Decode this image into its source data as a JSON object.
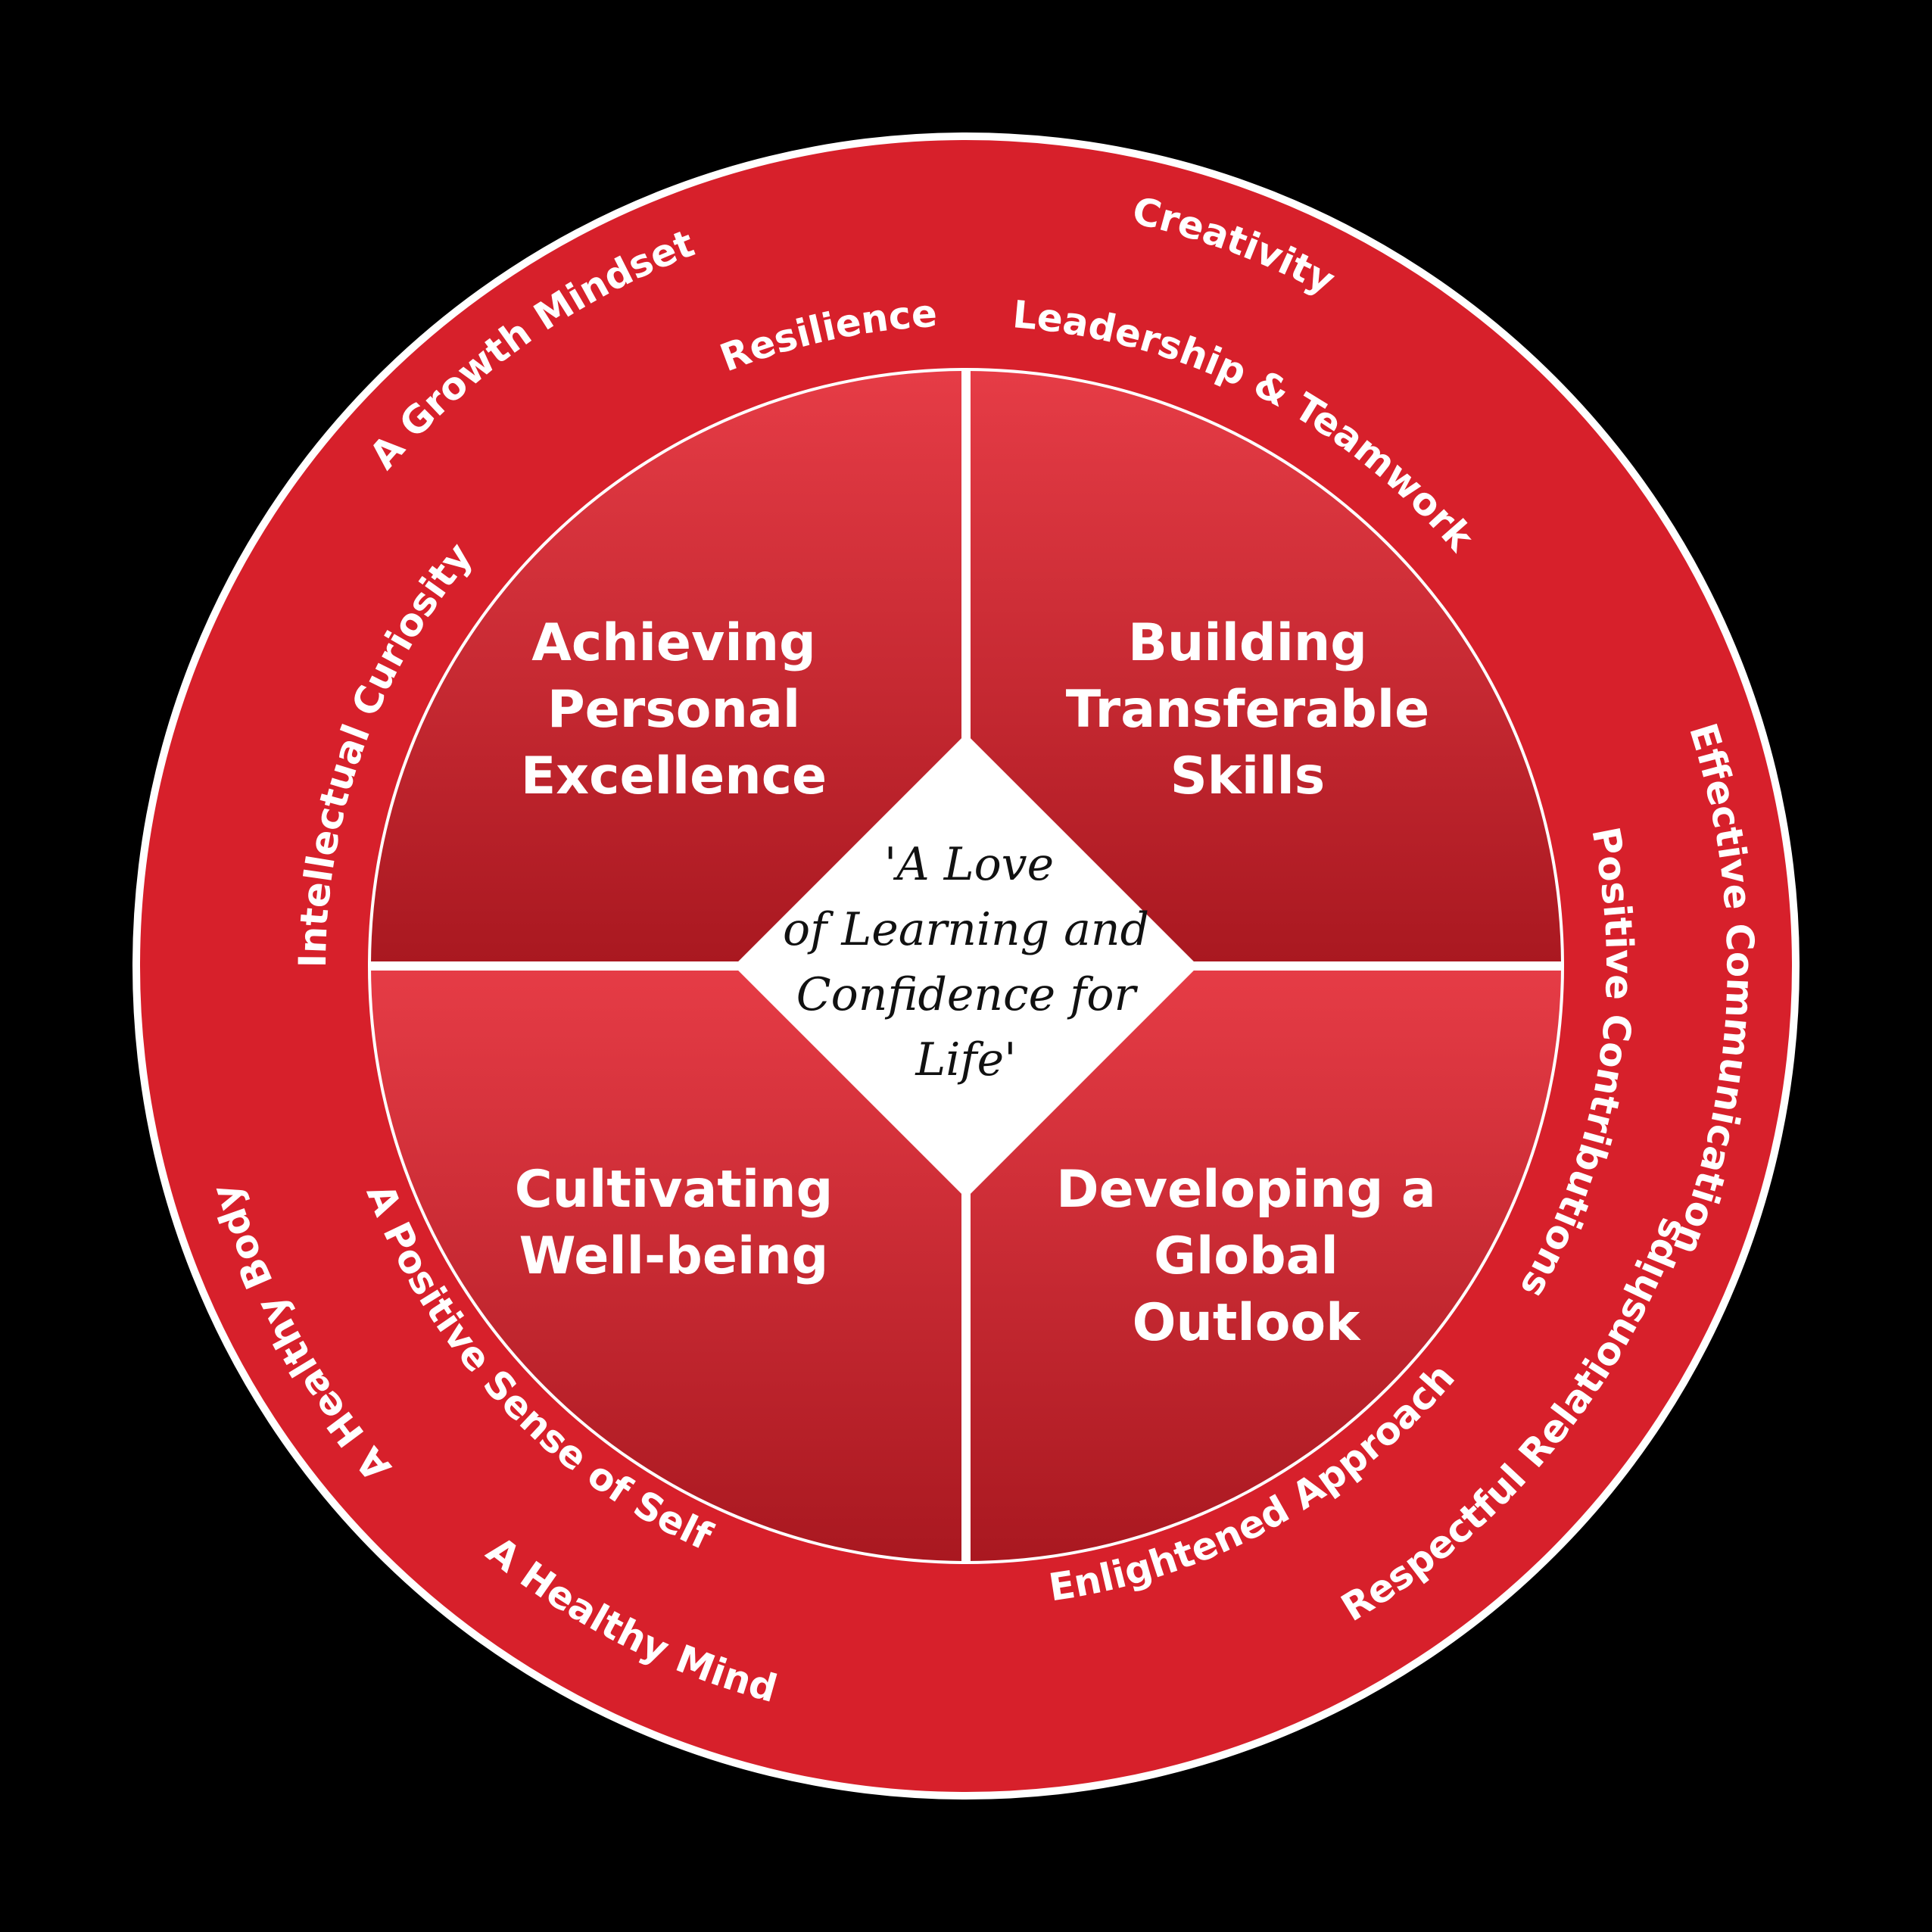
{
  "colors": {
    "background": "#000000",
    "outer_ring": "#d7202b",
    "divider": "#ffffff",
    "quad_top": "#e63c46",
    "quad_bottom": "#a91820",
    "center_fill": "#ffffff",
    "ring_text": "#ffffff",
    "motto_text": "#111111"
  },
  "center_motto": {
    "lines": [
      "'A Love",
      "of Learning and",
      "Confidence for",
      "Life'"
    ]
  },
  "quadrants": {
    "top_left": {
      "lines": [
        "Achieving",
        "Personal",
        "Excellence"
      ]
    },
    "top_right": {
      "lines": [
        "Building",
        "Transferable",
        "Skills"
      ]
    },
    "bottom_left": {
      "lines": [
        "Cultivating",
        "Well-being"
      ]
    },
    "bottom_right": {
      "lines": [
        "Developing a",
        "Global",
        "Outlook"
      ]
    }
  },
  "outer_ring_labels": {
    "creativity": "Creativity",
    "resilience": "Resilience",
    "growth_mindset": "A Growth Mindset",
    "leadership_teamwork": "Leadership & Teamwork",
    "intellectual_curiosity": "Intellectual Curiosity",
    "effective_communication": "Effective Communication",
    "positive_contributions": "Positive Contributions",
    "healthy_body": "A Healthy Body",
    "positive_sense_of_self": "A Positive Sense of Self",
    "respectful_relationships": "Respectful Relationships",
    "enlightened_approach": "Enlightened Approach",
    "healthy_mind": "A Healthy Mind"
  }
}
